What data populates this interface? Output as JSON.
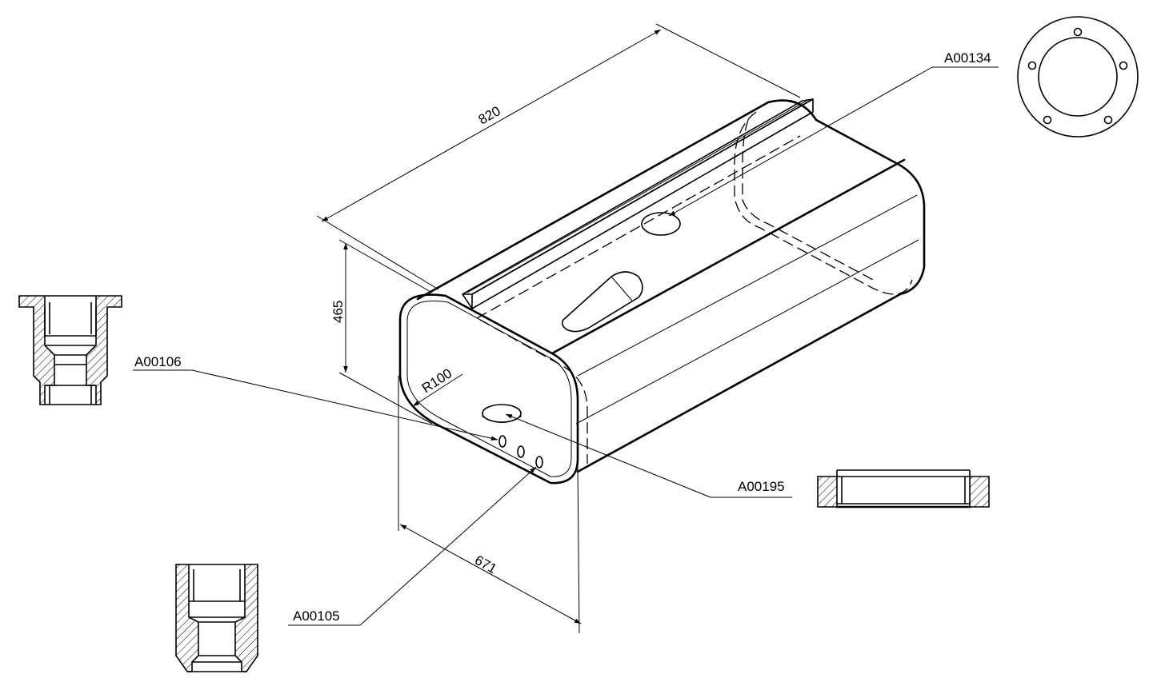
{
  "dimensions": {
    "length": "820",
    "height": "465",
    "width": "671",
    "radius": "R100"
  },
  "callouts": {
    "top_flange": "A00134",
    "front_fitting": "A00106",
    "front_cap": "A00195",
    "bottom_fitting": "A00105"
  }
}
